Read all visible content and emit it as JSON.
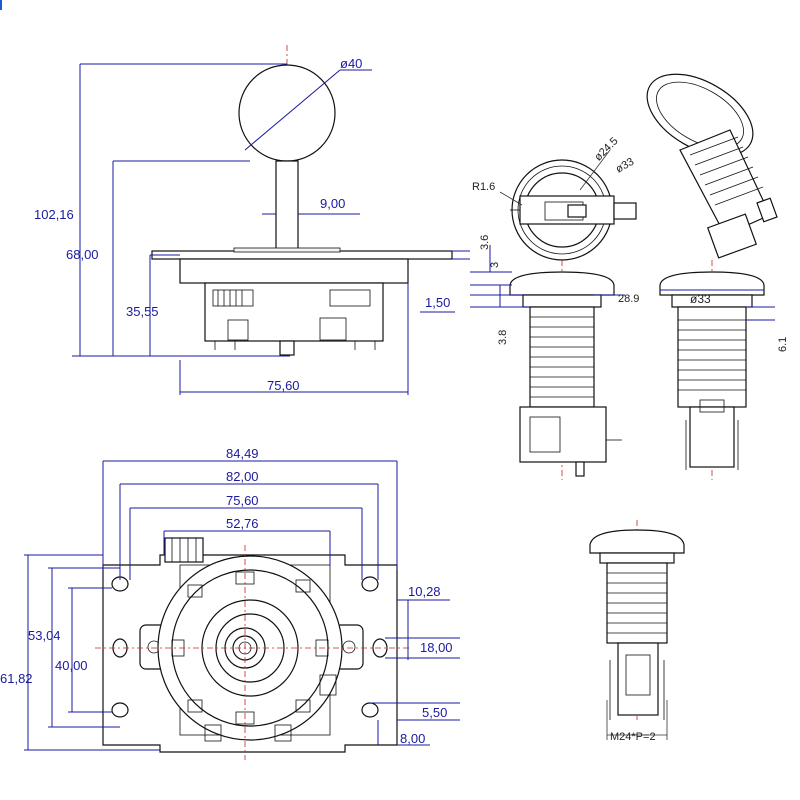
{
  "joystick_side": {
    "ball_diameter": "ø40",
    "total_height": "102,16",
    "shaft_height": "68,00",
    "body_height": "35,55",
    "shaft_width": "9,00",
    "plate_thickness": "1,50",
    "body_width": "75,60"
  },
  "joystick_top": {
    "plate_width": "84,49",
    "hole_spacing_outer": "82,00",
    "hole_spacing_inner": "75,60",
    "body_width": "52,76",
    "plate_height": "61,82",
    "hole_spacing_v_outer": "53,04",
    "hole_spacing_v_inner": "40,00",
    "slot_offset": "10,28",
    "slot_height": "18,00",
    "edge_offset": "5,50",
    "edge_width": "8,00"
  },
  "button_top": {
    "inner_diameter": "ø24.5",
    "outer_diameter": "ø33",
    "corner_radius": "R1.6"
  },
  "button_side": {
    "dim_a": "3.6",
    "dim_b": "3",
    "dim_c": "3.8",
    "width": "28.9",
    "front_diameter": "ø33",
    "dim_d": "6.1"
  },
  "button_thread": {
    "thread_spec": "M24*P=2"
  },
  "colors": {
    "dimension_blue": "#1a1aa0",
    "centerline_red": "#d02020",
    "outline": "#111111"
  }
}
